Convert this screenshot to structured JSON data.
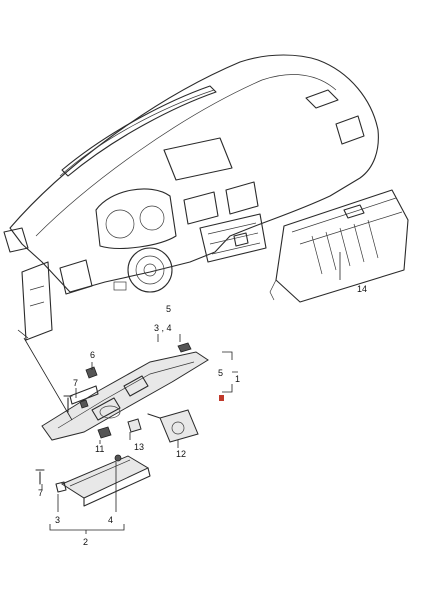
{
  "callouts": {
    "c1": "1",
    "c2": "2",
    "c3_bottom": "3",
    "c4_bottom": "4",
    "c5_top": "5",
    "c34_top": "3 , 4",
    "c5_right": "5",
    "c6": "6",
    "c7_top": "7",
    "c7_bottom": "7",
    "c11": "11",
    "c12": "12",
    "c13": "13",
    "c14": "14"
  },
  "colors": {
    "line": "#2b2b2b",
    "marker": "#c0392b"
  }
}
